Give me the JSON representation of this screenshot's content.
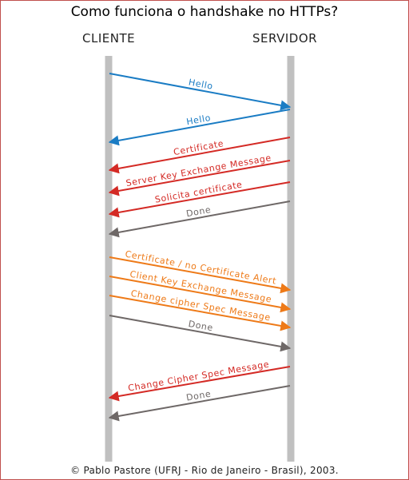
{
  "title": "Como funciona o handshake no HTTPs?",
  "participants": {
    "client": "CLIENTE",
    "server": "SERVIDOR"
  },
  "colors": {
    "lifeline": "#c0c0c0",
    "blue": "#1a7cc4",
    "red": "#d42a25",
    "orange": "#ee7a18",
    "gray": "#6e6867"
  },
  "messages": [
    {
      "label": "Hello",
      "from": "client",
      "to": "server",
      "color": "blue"
    },
    {
      "label": "Hello",
      "from": "server",
      "to": "client",
      "color": "blue"
    },
    {
      "label": "Certificate",
      "from": "server",
      "to": "client",
      "color": "red"
    },
    {
      "label": "Server Key Exchange Message",
      "from": "server",
      "to": "client",
      "color": "red"
    },
    {
      "label": "Solicita certificate",
      "from": "server",
      "to": "client",
      "color": "red"
    },
    {
      "label": "Done",
      "from": "server",
      "to": "client",
      "color": "gray"
    },
    {
      "label": "Certificate / no Certificate Alert",
      "from": "client",
      "to": "server",
      "color": "orange"
    },
    {
      "label": "Client Key Exchange Message",
      "from": "client",
      "to": "server",
      "color": "orange"
    },
    {
      "label": "Change cipher Spec Message",
      "from": "client",
      "to": "server",
      "color": "orange"
    },
    {
      "label": "Done",
      "from": "client",
      "to": "server",
      "color": "gray"
    },
    {
      "label": "Change Cipher Spec Message",
      "from": "server",
      "to": "client",
      "color": "red"
    },
    {
      "label": "Done",
      "from": "server",
      "to": "client",
      "color": "gray"
    }
  ],
  "footer": "© Pablo Pastore (UFRJ - Rio de Janeiro - Brasil), 2003."
}
